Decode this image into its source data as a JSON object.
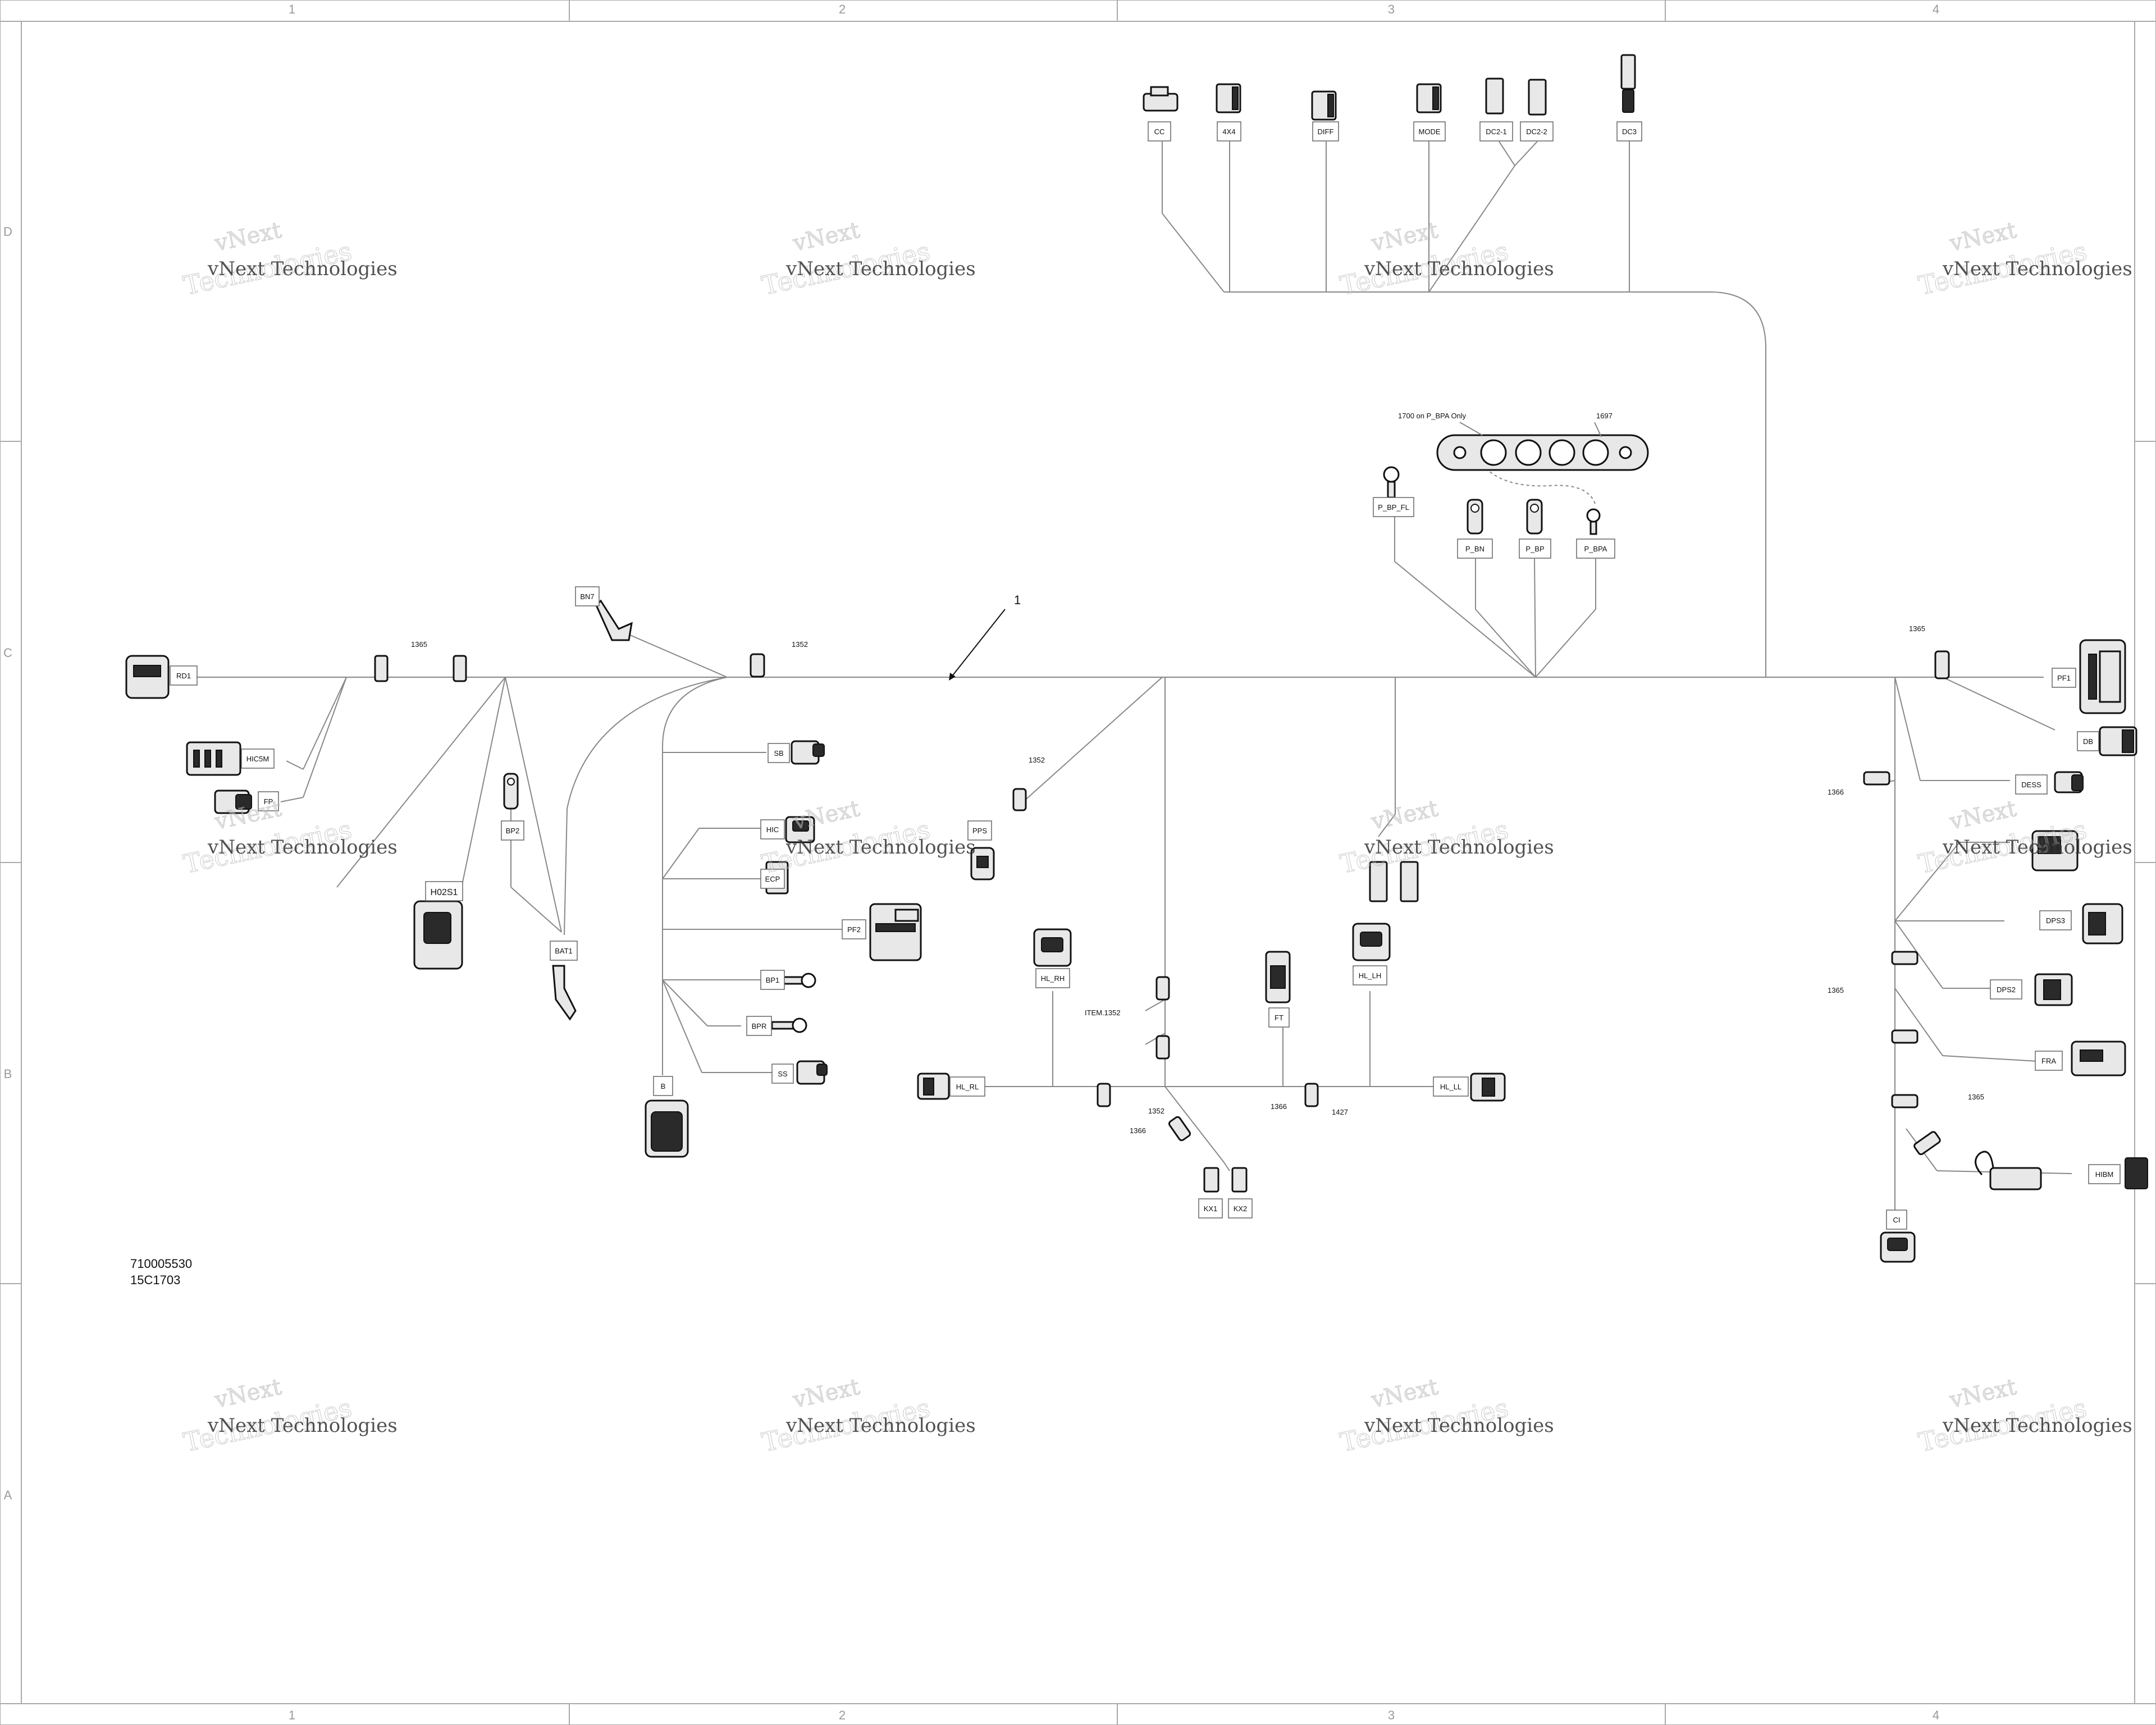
{
  "grid": {
    "columns": [
      "1",
      "2",
      "3",
      "4"
    ],
    "rows": [
      "D",
      "C",
      "B",
      "A"
    ]
  },
  "watermark": {
    "line1": "vNext",
    "line2": "Technologies",
    "line3": "vNext Technologies"
  },
  "part_numbers": {
    "line1": "710005530",
    "line2": "15C1703"
  },
  "main_harness_callout": "1",
  "notes": {
    "bpa_only": "1700 on P_BPA Only",
    "item_1697": "1697",
    "item_1352_list": "ITEM.1352"
  },
  "connectors": {
    "cc": "CC",
    "fourx4": "4X4",
    "diff": "DIFF",
    "mode": "MODE",
    "dc2_1": "DC2-1",
    "dc2_2": "DC2-2",
    "dc3": "DC3",
    "p_bp_fl": "P_BP_FL",
    "p_bn": "P_BN",
    "p_bp": "P_BP",
    "p_bpa": "P_BPA",
    "bn7": "BN7",
    "rd1": "RD1",
    "hic5m": "HIC5M",
    "fp": "FP",
    "bp2": "BP2",
    "h02s1": "H02S1",
    "bat1": "BAT1",
    "sb": "SB",
    "hic": "HIC",
    "ecp": "ECP",
    "pps": "PPS",
    "pf2": "PF2",
    "bp1": "BP1",
    "bpr": "BPR",
    "ss": "SS",
    "b": "B",
    "hl_rh": "HL_RH",
    "ft": "FT",
    "hl_lh": "HL_LH",
    "hl_rl": "HL_RL",
    "hl_ll": "HL_LL",
    "kx1": "KX1",
    "kx2": "KX2",
    "pf1": "PF1",
    "db": "DB",
    "dess": "DESS",
    "dps3": "DPS3",
    "dps2": "DPS2",
    "fra": "FRA",
    "hibm": "HIBM",
    "ci": "CI"
  },
  "item_refs": {
    "r1365_left": "1365",
    "r1352_top": "1352",
    "r1352_mid": "1352",
    "r1352_bot": "1352",
    "r1366_a": "1366",
    "r1366_b": "1366",
    "r1427": "1427",
    "r1365_right_top": "1365",
    "r1366_right": "1366",
    "r1365_right_mid": "1365",
    "r1365_right_bot": "1365"
  }
}
